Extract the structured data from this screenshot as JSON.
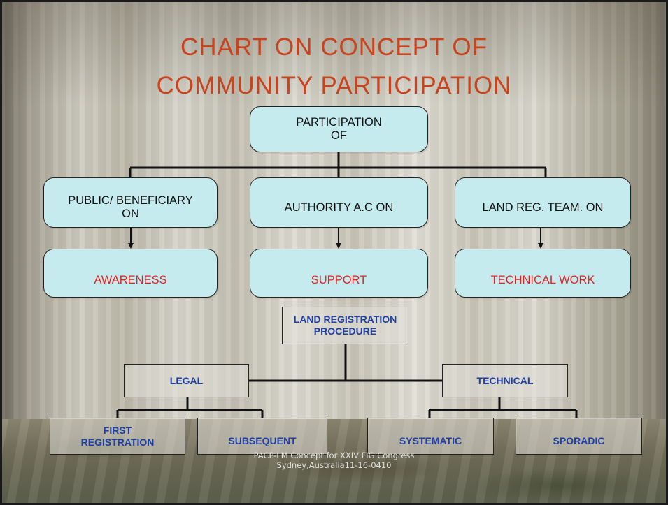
{
  "title": {
    "line1": "CHART ON CONCEPT OF",
    "line2": "COMMUNITY PARTICIPATION"
  },
  "top_chart": {
    "root": {
      "line1": "PARTICIPATION",
      "line2": "OF"
    },
    "branches": [
      {
        "head_line1": "PUBLIC/ BENEFICIARY",
        "head_line2": "ON",
        "outcome": "AWARENESS"
      },
      {
        "head_line1": "AUTHORITY A.C ON",
        "head_line2": "",
        "outcome": "SUPPORT"
      },
      {
        "head_line1": "LAND REG. TEAM. ON",
        "head_line2": "",
        "outcome": "TECHNICAL WORK"
      }
    ]
  },
  "procedure_chart": {
    "root": {
      "line1": "LAND REGISTRATION",
      "line2": "PROCEDURE"
    },
    "legal": {
      "label": "LEGAL",
      "children": [
        {
          "line1": "FIRST",
          "line2": "REGISTRATION"
        },
        {
          "line1": "SUBSEQUENT",
          "line2": ""
        }
      ]
    },
    "technical": {
      "label": "TECHNICAL",
      "children": [
        {
          "line1": "SYSTEMATIC",
          "line2": ""
        },
        {
          "line1": "SPORADIC",
          "line2": ""
        }
      ]
    }
  },
  "footer": {
    "line1": "PACP-LM Concept for XXIV FIG Congress",
    "line2": "Sydney,Australia11-16-0410"
  },
  "colors": {
    "title": "#c8431e",
    "box_fill": "#c6ebef",
    "outcome_text": "#e32222",
    "procedure_text": "#1f3fa3"
  }
}
